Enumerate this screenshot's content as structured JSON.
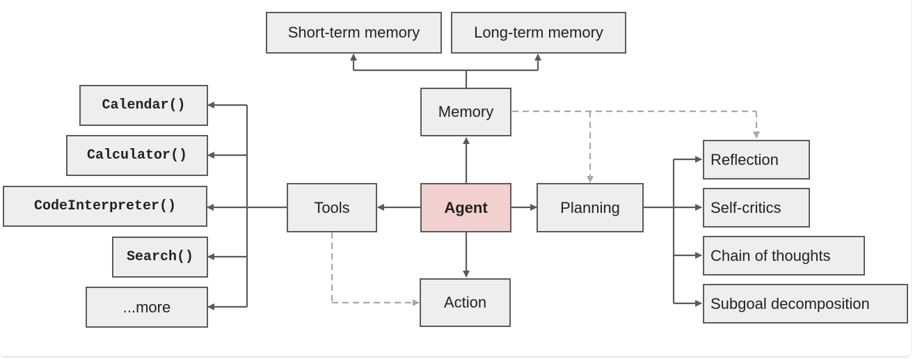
{
  "colors": {
    "node_fill": "#eeeeee",
    "agent_fill": "#f2d0d0",
    "border": "#5a5a5a",
    "dashed": "#a8a8a8"
  },
  "nodes": {
    "short_term_memory": "Short-term memory",
    "long_term_memory": "Long-term memory",
    "memory": "Memory",
    "agent": "Agent",
    "tools": "Tools",
    "planning": "Planning",
    "action": "Action",
    "calendar": "Calendar()",
    "calculator": "Calculator()",
    "code_interpreter": "CodeInterpreter()",
    "search": "Search()",
    "more": "...more",
    "reflection": "Reflection",
    "self_critics": "Self-critics",
    "chain_of_thoughts": "Chain of thoughts",
    "subgoal_decomposition": "Subgoal decomposition"
  }
}
